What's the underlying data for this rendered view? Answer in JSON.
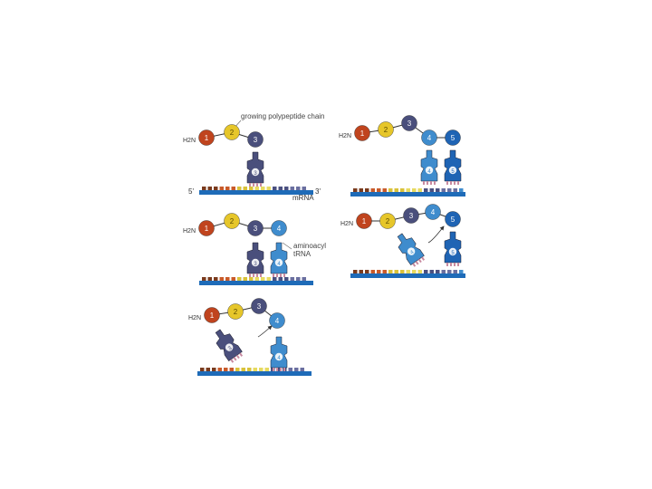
{
  "labels": {
    "growing_chain": "growing polypeptide chain",
    "mrna": "mRNA",
    "five_prime": "5'",
    "three_prime": "3'",
    "aminoacyl_line1": "aminoacyl",
    "aminoacyl_line2": "tRNA",
    "amino_group": "H2N"
  },
  "colors": {
    "aa1": "#c0441e",
    "aa2": "#e6c62a",
    "aa3": "#4a4f7c",
    "aa4": "#3f8ccd",
    "aa5": "#1f64b4",
    "mrna_strand": "#1e6bb8",
    "codon_colors": [
      "#7a3b1e",
      "#c85a2a",
      "#d9c23a",
      "#e7da60",
      "#4a5080",
      "#6a6fa0",
      "#3f8ccd",
      "#7fb5e0",
      "#1f64b4"
    ]
  },
  "panels": [
    {
      "id": "step-1",
      "chain": [
        "1",
        "2",
        "3"
      ],
      "trnas": [
        {
          "anticodon": "3",
          "color_key": "aa3",
          "bound": true
        }
      ],
      "arrow": false
    },
    {
      "id": "step-2",
      "chain": [
        "1",
        "2",
        "3",
        "4"
      ],
      "trnas": [
        {
          "anticodon": "3",
          "color_key": "aa3",
          "bound": true
        },
        {
          "anticodon": "4",
          "color_key": "aa4",
          "bound": true
        }
      ],
      "arrow": false
    },
    {
      "id": "step-3",
      "chain": [
        "1",
        "2",
        "3",
        "4"
      ],
      "trnas": [
        {
          "anticodon": "3",
          "color_key": "aa3",
          "bound": false
        },
        {
          "anticodon": "4",
          "color_key": "aa4",
          "bound": true
        }
      ],
      "arrow": true
    },
    {
      "id": "step-4",
      "chain": [
        "1",
        "2",
        "3",
        "4",
        "5"
      ],
      "trnas": [
        {
          "anticodon": "4",
          "color_key": "aa4",
          "bound": true
        },
        {
          "anticodon": "5",
          "color_key": "aa5",
          "bound": true
        }
      ],
      "arrow": false
    },
    {
      "id": "step-5",
      "chain": [
        "1",
        "2",
        "3",
        "4",
        "5"
      ],
      "trnas": [
        {
          "anticodon": "4",
          "color_key": "aa4",
          "bound": false
        },
        {
          "anticodon": "5",
          "color_key": "aa5",
          "bound": true
        }
      ],
      "arrow": true
    }
  ]
}
